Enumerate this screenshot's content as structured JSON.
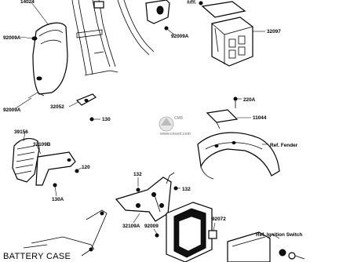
{
  "caption": "BATTERY CASE",
  "labels": {
    "l14024": "14024",
    "l92009a_top": "92009A",
    "l92009a_mid": "92009A",
    "l92009a_left": "92009A",
    "l130_top": "130",
    "l32097": "32097",
    "l32052": "32052",
    "l130_mid": "130",
    "l220a": "220A",
    "l11044": "11044",
    "l39156": "39156",
    "l32109b": "32109B",
    "l120": "120",
    "l130a": "130A",
    "l132": "132",
    "l132b": "132",
    "l32109a": "32109A",
    "l92072": "92072",
    "l92009": "92009",
    "lref_fender": "Ref. Fender",
    "lref_ign": "Ref. Ignition Switch"
  },
  "watermark": {
    "brand": "CMS",
    "url": "www.cmsnl.com"
  },
  "colors": {
    "ink": "#000000",
    "paper": "#ffffff",
    "watermark": "#999999"
  }
}
